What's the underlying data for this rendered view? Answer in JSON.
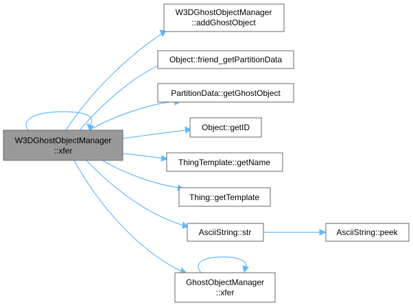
{
  "diagram": {
    "root": {
      "line1": "W3DGhostObjectManager",
      "line2": "::xfer"
    },
    "nodes": {
      "add_ghost_object": {
        "line1": "W3DGhostObjectManager",
        "line2": "::addGhostObject"
      },
      "friend_get_partition_data": {
        "label": "Object::friend_getPartitionData"
      },
      "get_ghost_object": {
        "label": "PartitionData::getGhostObject"
      },
      "get_id": {
        "label": "Object::getID"
      },
      "get_name": {
        "label": "ThingTemplate::getName"
      },
      "get_template": {
        "label": "Thing::getTemplate"
      },
      "ascii_str": {
        "label": "AsciiString::str"
      },
      "ascii_peek": {
        "label": "AsciiString::peek"
      },
      "ghost_xfer": {
        "line1": "GhostObjectManager",
        "line2": "::xfer"
      }
    },
    "colors": {
      "edge": "#63b8ff",
      "root_fill": "#999999",
      "node_fill": "#ffffff",
      "node_border": "#666666"
    }
  }
}
